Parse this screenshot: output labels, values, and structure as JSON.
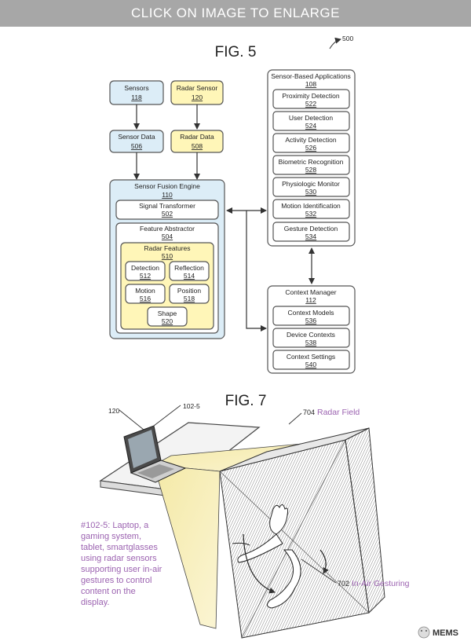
{
  "banner": "CLICK ON IMAGE TO ENLARGE",
  "fig5": {
    "title": "FIG. 5",
    "ref": "500",
    "sensors": {
      "name": "Sensors",
      "ref": "118"
    },
    "radar_sensor": {
      "name": "Radar Sensor",
      "ref": "120"
    },
    "sensor_data": {
      "name": "Sensor Data",
      "ref": "506"
    },
    "radar_data": {
      "name": "Radar Data",
      "ref": "508"
    },
    "fusion": {
      "name": "Sensor Fusion Engine",
      "ref": "110",
      "signal_transformer": {
        "name": "Signal Transformer",
        "ref": "502"
      },
      "feature_abstractor": {
        "name": "Feature Abstractor",
        "ref": "504"
      },
      "radar_features": {
        "name": "Radar Features",
        "ref": "510",
        "items": [
          {
            "name": "Detection",
            "ref": "512"
          },
          {
            "name": "Reflection",
            "ref": "514"
          },
          {
            "name": "Motion",
            "ref": "516"
          },
          {
            "name": "Position",
            "ref": "518"
          },
          {
            "name": "Shape",
            "ref": "520"
          }
        ]
      }
    },
    "applications": {
      "name": "Sensor-Based Applications",
      "ref": "108",
      "items": [
        {
          "name": "Proximity Detection",
          "ref": "522"
        },
        {
          "name": "User Detection",
          "ref": "524"
        },
        {
          "name": "Activity Detection",
          "ref": "526"
        },
        {
          "name": "Biometric Recognition",
          "ref": "528"
        },
        {
          "name": "Physiologic Monitor",
          "ref": "530"
        },
        {
          "name": "Motion Identification",
          "ref": "532"
        },
        {
          "name": "Gesture Detection",
          "ref": "534"
        }
      ]
    },
    "context_manager": {
      "name": "Context Manager",
      "ref": "112",
      "items": [
        {
          "name": "Context Models",
          "ref": "536"
        },
        {
          "name": "Device Contexts",
          "ref": "538"
        },
        {
          "name": "Context Settings",
          "ref": "540"
        }
      ]
    }
  },
  "fig7": {
    "title": "FIG. 7",
    "ref_laptop_radar": "120",
    "ref_device": "102-5",
    "ref_field": "704",
    "field_label": "Radar Field",
    "ref_gesture": "702",
    "gesture_label": "In-Air Gesturing",
    "caption": [
      "#102-5: Laptop, a",
      "gaming system,",
      "tablet, smartglasses",
      "using radar sensors",
      "supporting user in-air",
      "gestures to control",
      "content on the",
      "display."
    ],
    "watermark": "MEMS"
  },
  "colors": {
    "blue_box": "#dcedf7",
    "yellow_box": "#fff6b8",
    "caption_purple": "#9b62b0",
    "banner": "#a7a7a7"
  }
}
